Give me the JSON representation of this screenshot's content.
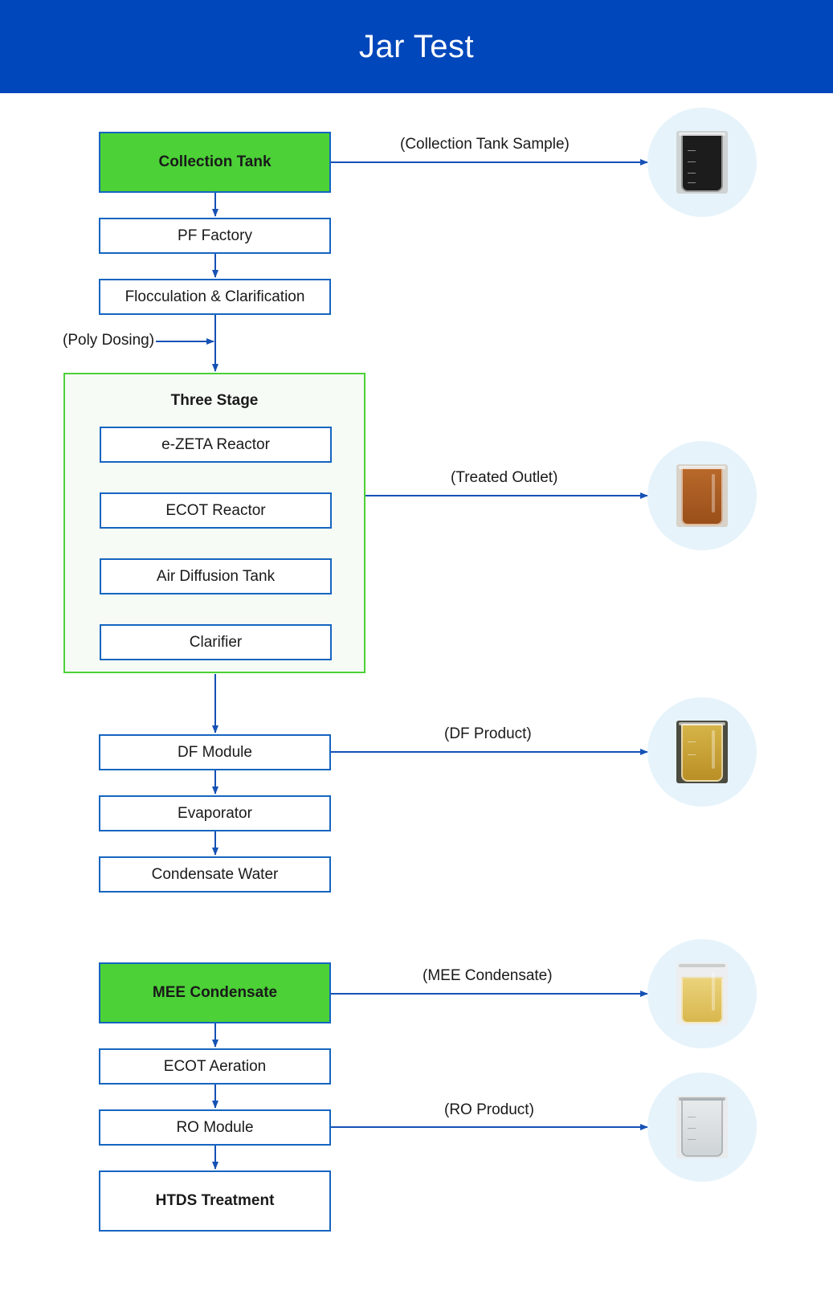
{
  "header": {
    "title": "Jar Test"
  },
  "flow": {
    "collection_tank": "Collection Tank",
    "pf_factory": "PF Factory",
    "flocculation": "Flocculation & Clarification",
    "poly_dosing": "(Poly Dosing)",
    "three_stage": {
      "title": "Three Stage",
      "ezeta": "e-ZETA Reactor",
      "ecot": "ECOT Reactor",
      "air_diffusion": "Air Diffusion Tank",
      "clarifier": "Clarifier"
    },
    "df_module": "DF Module",
    "evaporator": "Evaporator",
    "condensate_water": "Condensate Water",
    "mee_condensate": "MEE Condensate",
    "ecot_aeration": "ECOT Aeration",
    "ro_module": "RO Module",
    "htds_treatment": "HTDS Treatment"
  },
  "samples": {
    "collection_tank_sample": "(Collection Tank Sample)",
    "treated_outlet": "(Treated Outlet)",
    "df_product": "(DF Product)",
    "mee_condensate": "(MEE Condensate)",
    "ro_product": "(RO Product)"
  },
  "colors": {
    "header": "#0047bb",
    "connector": "#1551b5",
    "key_box": "#4cd137",
    "box_border": "#1565c0",
    "group_border": "#4cd137",
    "sample_circle": "#e6f3fb",
    "collection_tank_liquid": "#1c1c1c",
    "treated_outlet_liquid": "#b8692a",
    "df_product_liquid": "#c9a337",
    "mee_condensate_liquid": "#e0c464",
    "ro_product_liquid": "#dcdfe0"
  }
}
